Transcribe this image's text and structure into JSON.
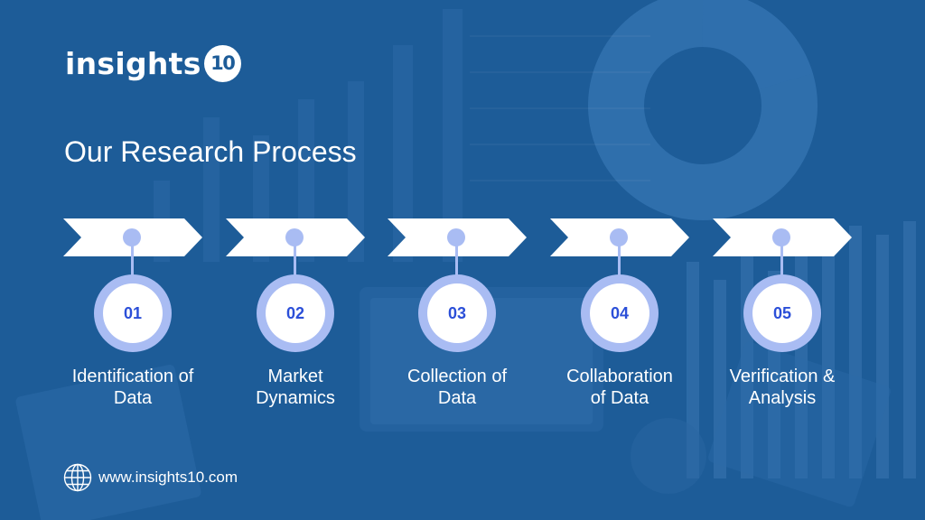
{
  "brand": {
    "logo_text": "insights",
    "logo_number": "10"
  },
  "slide": {
    "title": "Our Research Process"
  },
  "steps": [
    {
      "number": "01",
      "line1": "Identification of",
      "line2": "Data"
    },
    {
      "number": "02",
      "line1": "Market",
      "line2": "Dynamics"
    },
    {
      "number": "03",
      "line1": "Collection of",
      "line2": "Data"
    },
    {
      "number": "04",
      "line1": "Collaboration",
      "line2": "of Data"
    },
    {
      "number": "05",
      "line1": "Verification &",
      "line2": "Analysis"
    }
  ],
  "footer": {
    "url": "www.insights10.com",
    "icon": "globe-icon"
  },
  "colors": {
    "background": "#1d5c98",
    "accent": "#a9bcf3",
    "number_text": "#2b4fd8",
    "text": "#ffffff"
  }
}
